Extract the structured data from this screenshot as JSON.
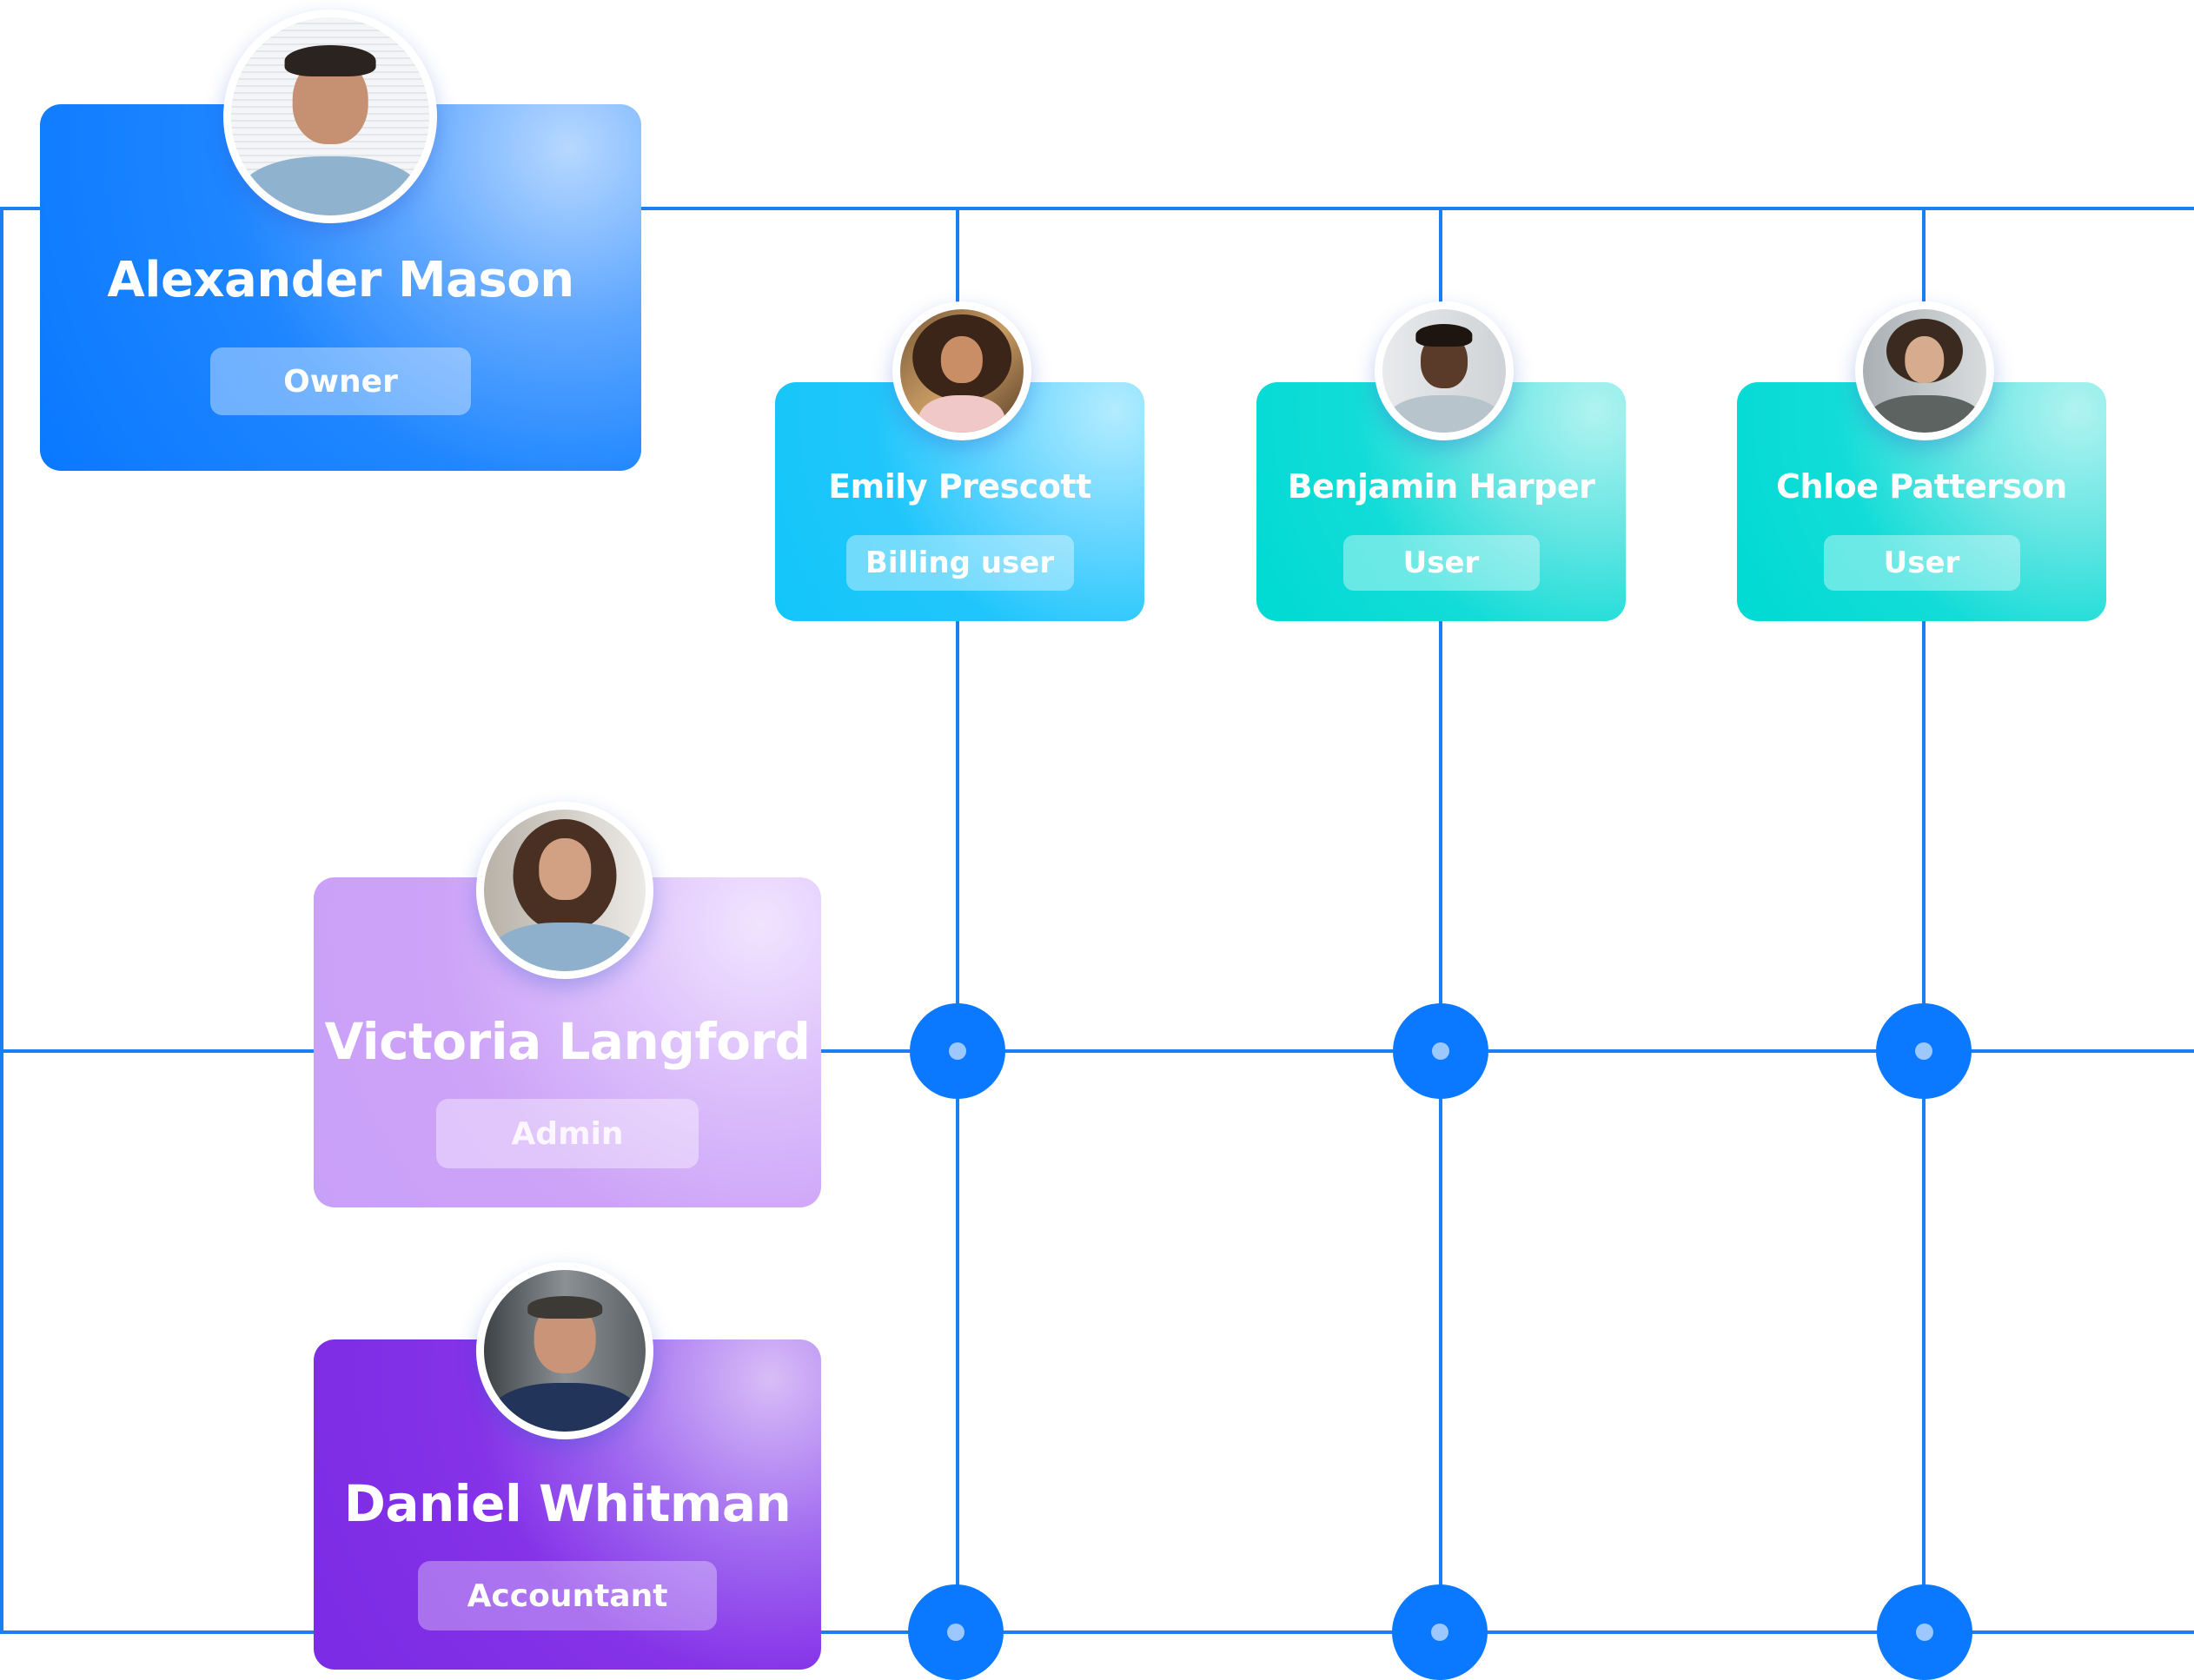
{
  "title": "Team roles org chart",
  "colors": {
    "connector": "#1a7ff2",
    "node": "#0a78ff",
    "node_dot": "#9cc7ff",
    "owner_card": "#0a78ff",
    "billing_card": "#12c6fa",
    "user_card": "#00dad4",
    "admin_card": "#c9a0f8",
    "accountant_card": "#7b2be4"
  },
  "members": {
    "owner": {
      "name": "Alexander Mason",
      "role": "Owner"
    },
    "billing": {
      "name": "Emily Prescott",
      "role": "Billing user"
    },
    "user1": {
      "name": "Benjamin Harper",
      "role": "User"
    },
    "user2": {
      "name": "Chloe Patterson",
      "role": "User"
    },
    "admin": {
      "name": "Victoria Langford",
      "role": "Admin"
    },
    "accountant": {
      "name": "Daniel Whitman",
      "role": "Accountant"
    }
  },
  "grid": {
    "columns": [
      "Emily Prescott",
      "Benjamin Harper",
      "Chloe Patterson"
    ],
    "rows": [
      "Victoria Langford",
      "Daniel Whitman"
    ],
    "nodes": [
      {
        "row": "Victoria Langford",
        "column": "Emily Prescott"
      },
      {
        "row": "Victoria Langford",
        "column": "Benjamin Harper"
      },
      {
        "row": "Victoria Langford",
        "column": "Chloe Patterson"
      },
      {
        "row": "Daniel Whitman",
        "column": "Emily Prescott"
      },
      {
        "row": "Daniel Whitman",
        "column": "Benjamin Harper"
      },
      {
        "row": "Daniel Whitman",
        "column": "Chloe Patterson"
      }
    ]
  }
}
